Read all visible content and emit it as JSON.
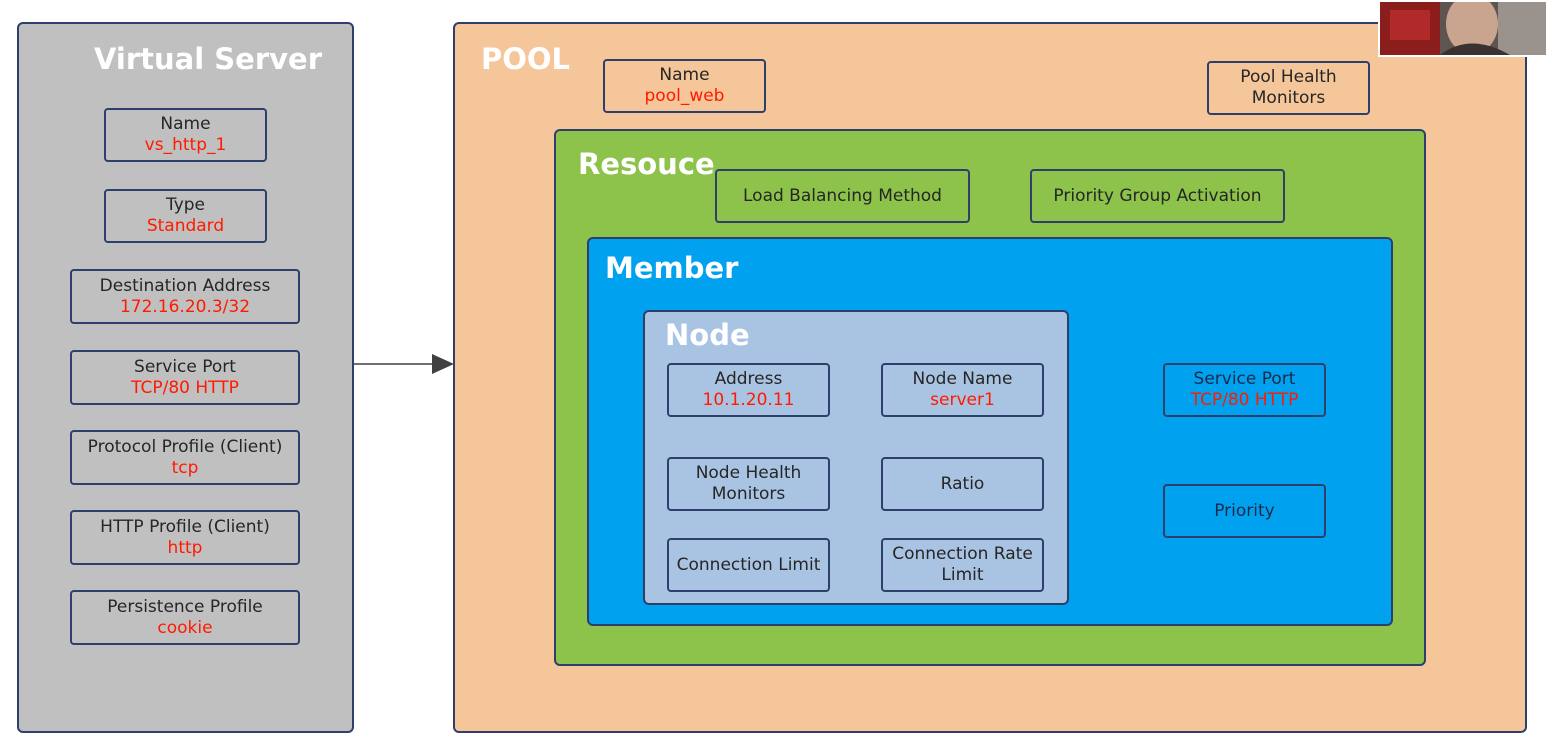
{
  "virtual_server": {
    "title": "Virtual Server",
    "items": [
      {
        "label": "Name",
        "value": "vs_http_1"
      },
      {
        "label": "Type",
        "value": "Standard"
      },
      {
        "label": "Destination Address",
        "value": "172.16.20.3/32"
      },
      {
        "label": "Service Port",
        "value": "TCP/80 HTTP"
      },
      {
        "label": "Protocol Profile (Client)",
        "value": "tcp"
      },
      {
        "label": "HTTP Profile (Client)",
        "value": "http"
      },
      {
        "label": "Persistence Profile",
        "value": "cookie"
      }
    ]
  },
  "pool": {
    "title": "POOL",
    "name_label": "Name",
    "name_value": "pool_web",
    "health_monitors_line1": "Pool Health",
    "health_monitors_line2": "Monitors"
  },
  "resource": {
    "title": "Resouce",
    "load_balancing_method": "Load Balancing Method",
    "priority_group_activation": "Priority Group Activation"
  },
  "member": {
    "title": "Member",
    "service_port_label": "Service Port",
    "service_port_value": "TCP/80 HTTP",
    "priority": "Priority"
  },
  "node": {
    "title": "Node",
    "address_label": "Address",
    "address_value": "10.1.20.11",
    "node_name_label": "Node Name",
    "node_name_value": "server1",
    "health_line1": "Node Health",
    "health_line2": "Monitors",
    "ratio": "Ratio",
    "connection_limit": "Connection Limit",
    "connection_rate_line1": "Connection Rate",
    "connection_rate_line2": "Limit"
  },
  "colors": {
    "virtual_server_bg": "#c0c0c0",
    "pool_bg": "#f5c699",
    "resource_bg": "#8dc34a",
    "member_bg": "#00a2ef",
    "node_bg": "#a9c4e2",
    "value_text": "#ff1a00",
    "border": "#2f3f6b"
  }
}
